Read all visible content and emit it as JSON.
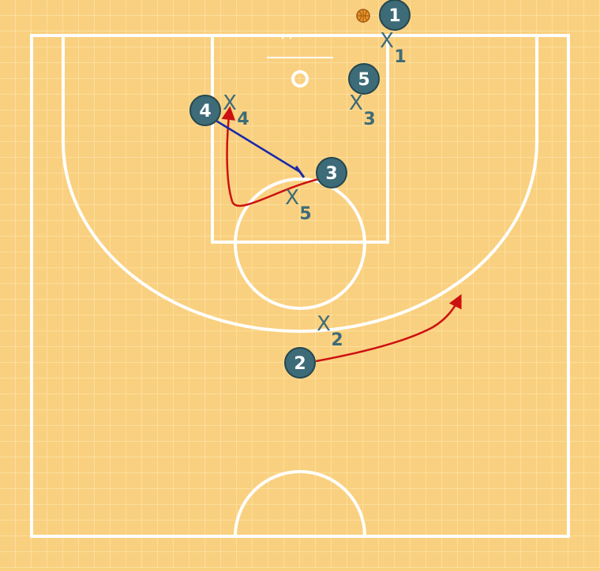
{
  "colors": {
    "court_bg": "#f9d07f",
    "grid_line": "#fde2a6",
    "court_line": "#ffffff",
    "offense_fill": "#3d6b78",
    "offense_text": "#ffffff",
    "defense": "#3d6b78",
    "cut_arrow": "#cc1111",
    "screen_line": "#1a2aa8",
    "ball": "#e8922a"
  },
  "icons": {
    "ball": "basketball-icon",
    "defender": "x-mark-icon"
  },
  "offense": [
    {
      "label": "1",
      "has_ball": true
    },
    {
      "label": "5"
    },
    {
      "label": "4"
    },
    {
      "label": "3"
    },
    {
      "label": "2"
    }
  ],
  "defense": [
    {
      "mark": "X",
      "label": "1"
    },
    {
      "mark": "X",
      "label": "3"
    },
    {
      "mark": "X",
      "label": "4"
    },
    {
      "mark": "X",
      "label": "5"
    },
    {
      "mark": "X",
      "label": "2"
    }
  ],
  "actions": [
    {
      "type": "cut",
      "from_player": "3"
    },
    {
      "type": "cut",
      "from_player": "2"
    },
    {
      "type": "screen",
      "from_player": "4"
    }
  ]
}
